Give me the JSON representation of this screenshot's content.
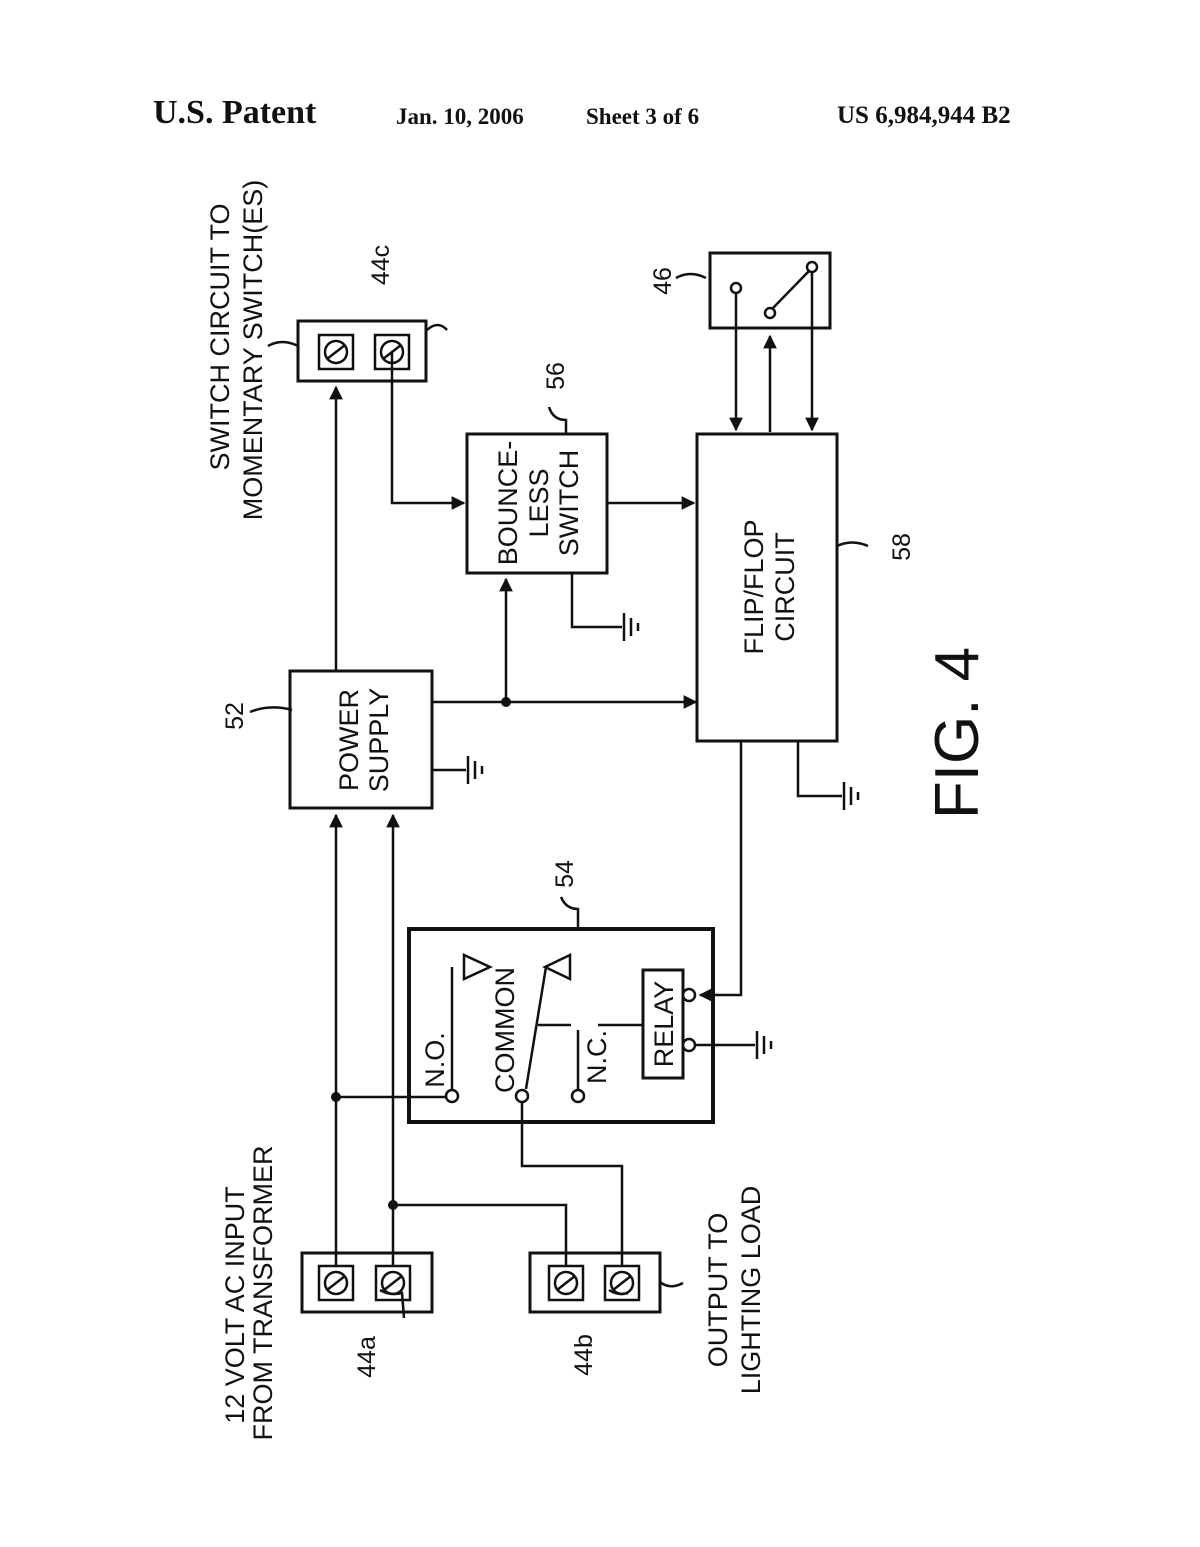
{
  "header": {
    "title": "U.S. Patent",
    "date": "Jan. 10, 2006",
    "sheet": "Sheet 3 of 6",
    "patent_number": "US 6,984,944 B2"
  },
  "figure": {
    "caption": "FIG. 4",
    "labels": {
      "input_line1": "12 VOLT AC INPUT",
      "input_line2": "FROM TRANSFORMER",
      "output_line1": "OUTPUT TO",
      "output_line2": "LIGHTING LOAD",
      "switch_circuit_line1": "SWITCH CIRCUIT TO",
      "switch_circuit_line2": "MOMENTARY SWITCH(ES)",
      "power_supply_line1": "POWER",
      "power_supply_line2": "SUPPLY",
      "bounceless_line1": "BOUNCE-",
      "bounceless_line2": "LESS",
      "bounceless_line3": "SWITCH",
      "flipflop_line1": "FLIP/FLOP",
      "flipflop_line2": "CIRCUIT",
      "no": "N.O.",
      "common": "COMMON",
      "nc": "N.C.",
      "relay": "RELAY"
    },
    "refs": {
      "terminal_input": "44a",
      "terminal_output": "44b",
      "terminal_switch": "44c",
      "momentary_switch": "46",
      "power_supply": "52",
      "relay_block": "54",
      "bounceless_switch": "56",
      "flipflop": "58"
    }
  }
}
